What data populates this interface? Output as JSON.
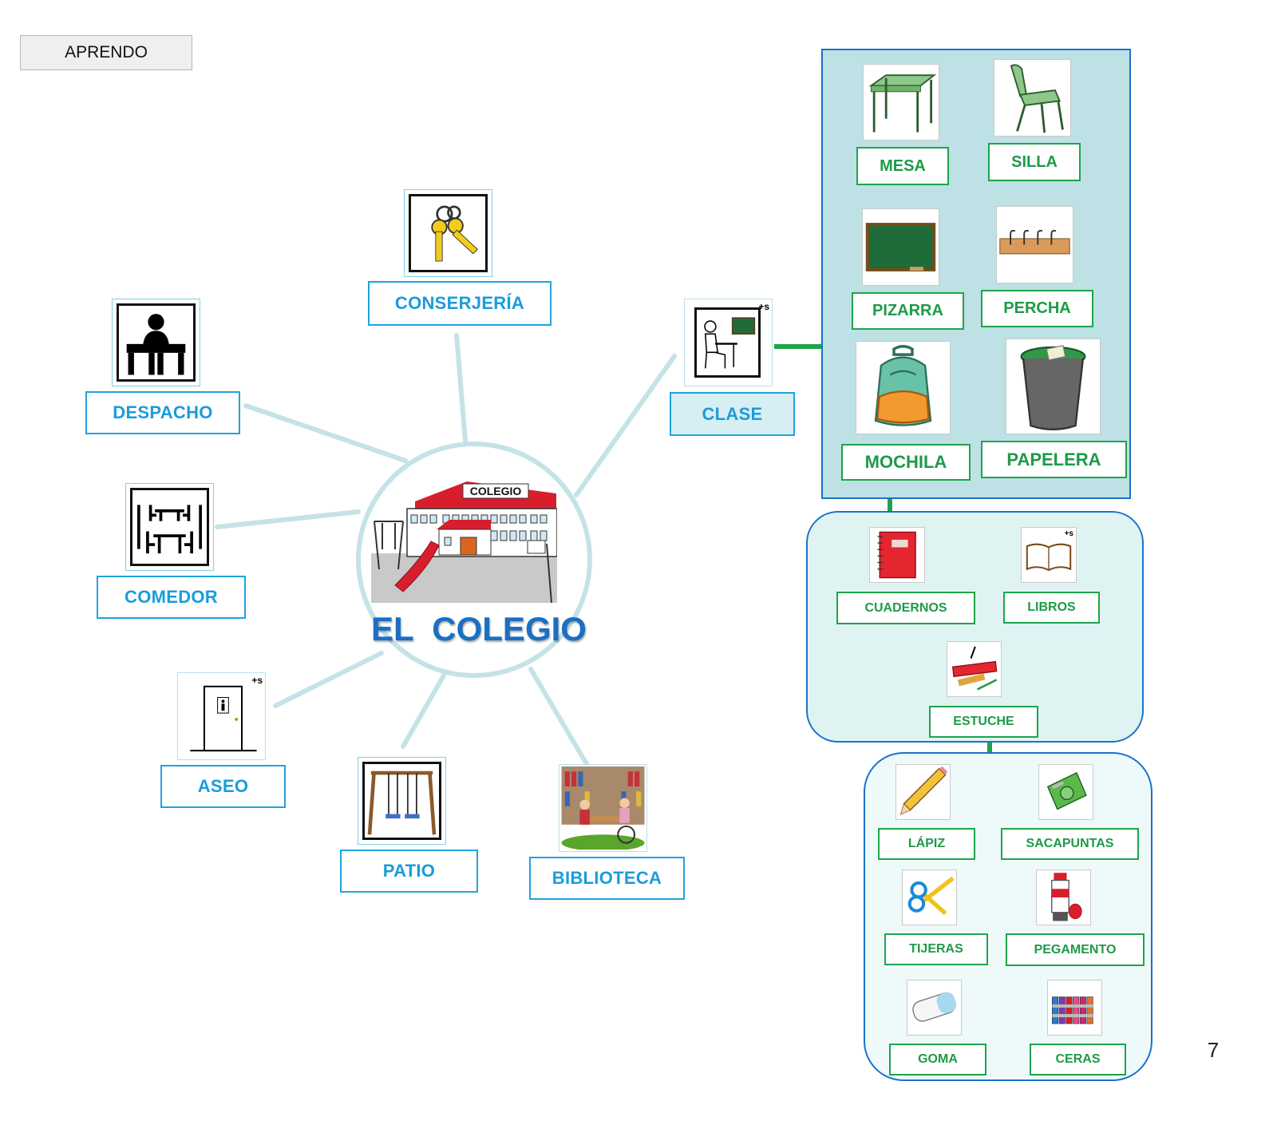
{
  "header": {
    "tag": "APRENDO"
  },
  "center": {
    "title": "EL  COLEGIO",
    "sign": "COLEGIO"
  },
  "plural_mark": "+s",
  "places": [
    {
      "id": "conserjeria",
      "label": "CONSERJERÍA",
      "icon": "keys-icon"
    },
    {
      "id": "despacho",
      "label": "DESPACHO",
      "icon": "office-desk-icon"
    },
    {
      "id": "comedor",
      "label": "COMEDOR",
      "icon": "dining-room-icon"
    },
    {
      "id": "aseo",
      "label": "ASEO",
      "icon": "toilet-door-icon"
    },
    {
      "id": "patio",
      "label": "PATIO",
      "icon": "swing-icon"
    },
    {
      "id": "biblioteca",
      "label": "BIBLIOTECA",
      "icon": "library-icon"
    },
    {
      "id": "clase",
      "label": "CLASE",
      "icon": "classroom-icon"
    }
  ],
  "clase_items": [
    {
      "id": "mesa",
      "label": "MESA",
      "icon": "table-icon"
    },
    {
      "id": "silla",
      "label": "SILLA",
      "icon": "chair-icon"
    },
    {
      "id": "pizarra",
      "label": "PIZARRA",
      "icon": "blackboard-icon"
    },
    {
      "id": "percha",
      "label": "PERCHA",
      "icon": "coat-rack-icon"
    },
    {
      "id": "mochila",
      "label": "MOCHILA",
      "icon": "backpack-icon"
    },
    {
      "id": "papelera",
      "label": "PAPELERA",
      "icon": "wastebasket-icon"
    }
  ],
  "materials": [
    {
      "id": "cuadernos",
      "label": "CUADERNOS",
      "icon": "notebook-icon"
    },
    {
      "id": "libros",
      "label": "LIBROS",
      "icon": "book-icon"
    },
    {
      "id": "estuche",
      "label": "ESTUCHE",
      "icon": "pencil-case-icon"
    }
  ],
  "estuche_items": [
    {
      "id": "lapiz",
      "label": "LÁPIZ",
      "icon": "pencil-icon"
    },
    {
      "id": "sacapuntas",
      "label": "SACAPUNTAS",
      "icon": "sharpener-icon"
    },
    {
      "id": "tijeras",
      "label": "TIJERAS",
      "icon": "scissors-icon"
    },
    {
      "id": "pegamento",
      "label": "PEGAMENTO",
      "icon": "glue-stick-icon"
    },
    {
      "id": "goma",
      "label": "GOMA",
      "icon": "eraser-icon"
    },
    {
      "id": "ceras",
      "label": "CERAS",
      "icon": "crayons-icon"
    }
  ],
  "colors": {
    "place_label": "#1a9cdb",
    "item_label": "#1e9a48",
    "panel_border": "#1a73c9",
    "connector": "#c4e3e6",
    "green_link": "#1ea44c"
  },
  "page_number": "7"
}
